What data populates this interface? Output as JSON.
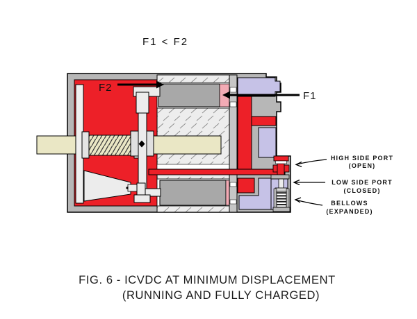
{
  "annotations": {
    "force_inequality": "F1 < F2",
    "f2_label": "F2",
    "f1_label": "F1"
  },
  "callouts": [
    {
      "title": "HIGH SIDE PORT",
      "state": "(OPEN)"
    },
    {
      "title": "LOW SIDE PORT",
      "state": "(CLOSED)"
    },
    {
      "title": "BELLOWS",
      "state": "(EXPANDED)"
    }
  ],
  "caption": {
    "line1": "FIG. 6 - ICVDC AT MINIMUM DISPLACEMENT",
    "line2": "(RUNNING AND FULLY CHARGED)"
  },
  "colors": {
    "high_pressure_red": "#ed2028",
    "suction_lavender": "#c6c2e7",
    "compressed_gas_pink": "#f3abb5",
    "housing_gray": "#b7b7b7",
    "valve_plate_gray": "#c6c6c6",
    "piston_gray": "#a8a8a8",
    "shaft_beige": "#eae7c5",
    "part_light_gray": "#ececec",
    "hatch_background": "#ededed"
  }
}
